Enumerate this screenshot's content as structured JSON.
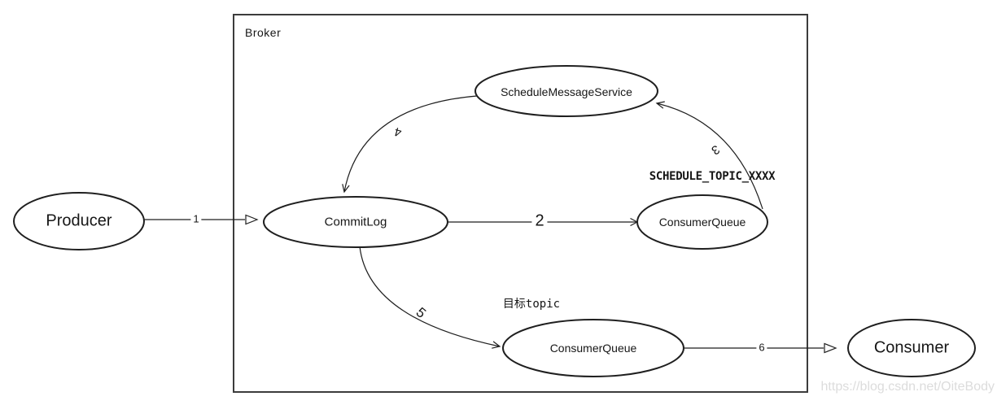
{
  "diagram": {
    "container": {
      "label": "Broker"
    },
    "nodes": {
      "producer": {
        "label": "Producer"
      },
      "schedule_message_service": {
        "label": "ScheduleMessageService"
      },
      "commit_log": {
        "label": "CommitLog"
      },
      "consumer_queue_schedule": {
        "label": "ConsumerQueue"
      },
      "consumer_queue_target": {
        "label": "ConsumerQueue"
      },
      "consumer": {
        "label": "Consumer"
      }
    },
    "annotations": {
      "schedule_topic": "SCHEDULE_TOPIC_XXXX",
      "target_topic": "目标topic"
    },
    "edges": {
      "e1": {
        "label": "1",
        "from": "Producer",
        "to": "CommitLog"
      },
      "e2": {
        "label": "2",
        "from": "CommitLog",
        "to": "ConsumerQueue (SCHEDULE_TOPIC_XXXX)"
      },
      "e3": {
        "label": "3",
        "from": "ConsumerQueue (SCHEDULE_TOPIC_XXXX)",
        "to": "ScheduleMessageService"
      },
      "e4": {
        "label": "4",
        "from": "ScheduleMessageService",
        "to": "CommitLog"
      },
      "e5": {
        "label": "5",
        "from": "CommitLog",
        "to": "ConsumerQueue (目标topic)"
      },
      "e6": {
        "label": "6",
        "from": "ConsumerQueue (目标topic)",
        "to": "Consumer"
      }
    }
  },
  "watermark": "https://blog.csdn.net/OiteBody",
  "colors": {
    "stroke": "#1f1f1f",
    "box_stroke": "#3c3c3c",
    "watermark": "#dcdcdc",
    "background": "#ffffff"
  }
}
